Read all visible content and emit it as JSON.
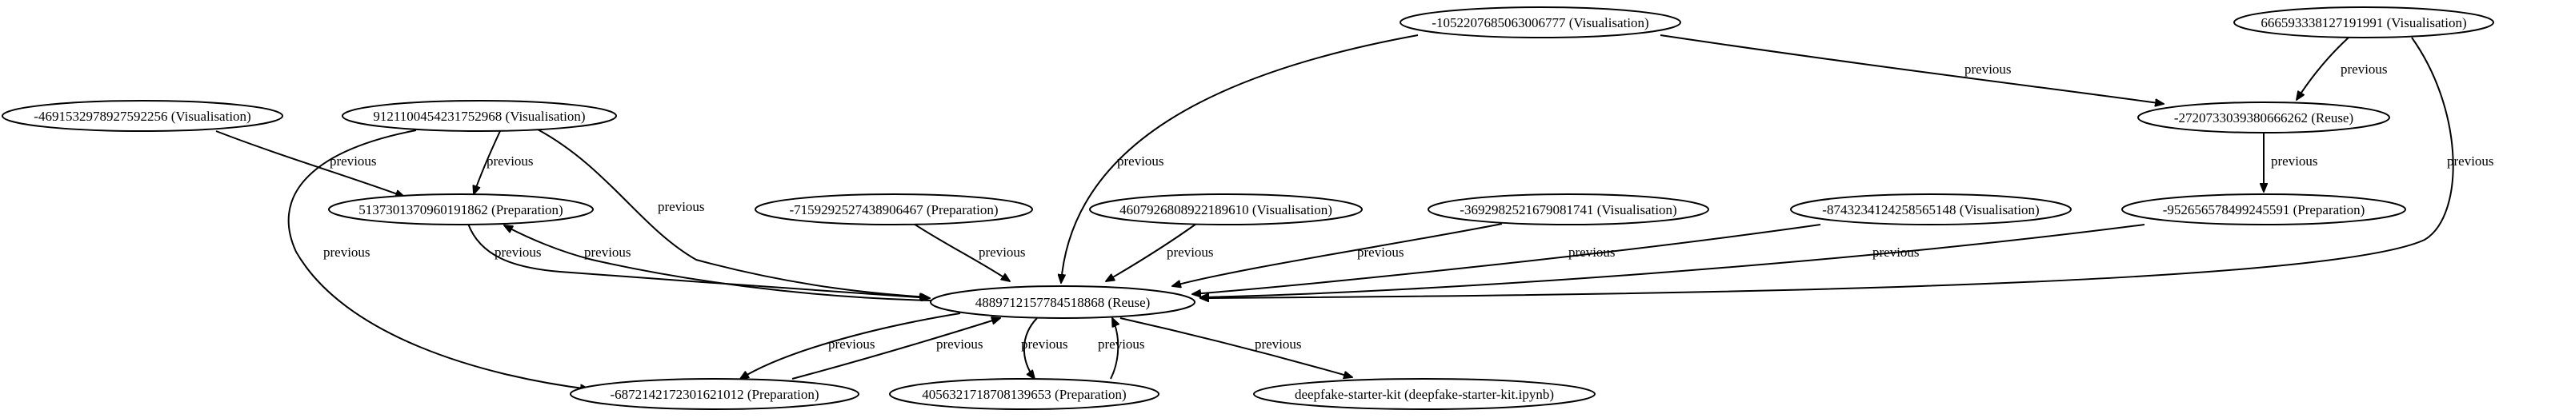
{
  "graph": {
    "edge_label": "previous",
    "nodes": [
      {
        "id": "n1",
        "label": "-1052207685063006777 (Visualisation)"
      },
      {
        "id": "n2",
        "label": "6665933381271919​91 (Visualisation)"
      },
      {
        "id": "n3",
        "label": "-4691532978927592256 (Visualisation)"
      },
      {
        "id": "n4",
        "label": "9121100454231752968 (Visualisation)"
      },
      {
        "id": "n5",
        "label": "-2720733039380666262 (Reuse)"
      },
      {
        "id": "n6",
        "label": "5137301370960191862 (Preparation)"
      },
      {
        "id": "n7",
        "label": "-7159292527438906467 (Preparation)"
      },
      {
        "id": "n8",
        "label": "4607926808922189610 (Visualisation)"
      },
      {
        "id": "n9",
        "label": "-3692982521679081741 (Visualisation)"
      },
      {
        "id": "n10",
        "label": "-8743234124258565148 (Visualisation)"
      },
      {
        "id": "n11",
        "label": "-9526565784992455​91 (Preparation)"
      },
      {
        "id": "n12",
        "label": "4889712157784518868 (Reuse)"
      },
      {
        "id": "n13",
        "label": "-6872142172301621012 (Preparation)"
      },
      {
        "id": "n14",
        "label": "4056321718708139653 (Preparation)"
      },
      {
        "id": "n15",
        "label": "deepfake-starter-kit (deepfake-starter-kit.ipynb)"
      }
    ]
  }
}
